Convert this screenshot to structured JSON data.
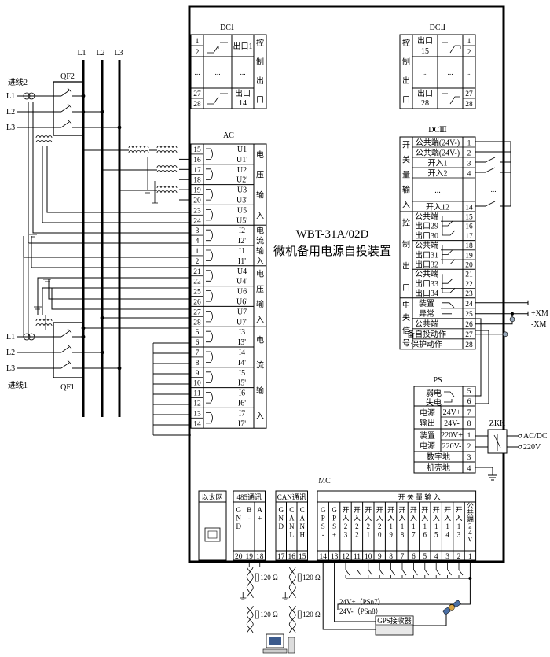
{
  "device": {
    "model": "WBT-31A/02D",
    "name": "微机备用电源自投装置"
  },
  "bus": {
    "labels": [
      "L1",
      "L2",
      "L3"
    ]
  },
  "incoming": {
    "line2": {
      "label": "进线2",
      "breaker": "QF2",
      "phases": [
        "L1",
        "L2",
        "L3"
      ]
    },
    "line1": {
      "label": "进线1",
      "breaker": "QF1",
      "phases": [
        "L1",
        "L2",
        "L3"
      ]
    }
  },
  "dc1": {
    "title": "DCⅠ",
    "rows": [
      {
        "terms": [
          "1",
          "2"
        ],
        "name": "出口1"
      },
      {
        "terms": [
          "...",
          "..."
        ],
        "name": "..."
      },
      {
        "terms": [
          "27",
          "28"
        ],
        "name": "出口14"
      }
    ],
    "side_label": [
      "控",
      "制",
      "出",
      "口"
    ]
  },
  "dc2": {
    "title": "DCⅡ",
    "rows": [
      {
        "terms": [
          "1",
          "2"
        ],
        "name": "出口15"
      },
      {
        "terms": [
          "...",
          "..."
        ],
        "name": "..."
      },
      {
        "terms": [
          "27",
          "28"
        ],
        "name": "出口28"
      }
    ],
    "side_label": [
      "控",
      "制",
      "出",
      "口"
    ]
  },
  "ac": {
    "title": "AC",
    "rows": [
      {
        "t": "15",
        "s": "U1"
      },
      {
        "t": "16",
        "s": "U1'"
      },
      {
        "t": "17",
        "s": "U2"
      },
      {
        "t": "18",
        "s": "U2'"
      },
      {
        "t": "19",
        "s": "U3"
      },
      {
        "t": "20",
        "s": "U3'"
      },
      {
        "t": "23",
        "s": "U5"
      },
      {
        "t": "24",
        "s": "U5'"
      },
      {
        "t": "3",
        "s": "I2"
      },
      {
        "t": "4",
        "s": "I2'"
      },
      {
        "t": "1",
        "s": "I1"
      },
      {
        "t": "2",
        "s": "I1'"
      },
      {
        "t": "21",
        "s": "U4"
      },
      {
        "t": "22",
        "s": "U4'"
      },
      {
        "t": "25",
        "s": "U6"
      },
      {
        "t": "26",
        "s": "U6'"
      },
      {
        "t": "27",
        "s": "U7"
      },
      {
        "t": "28",
        "s": "U7'"
      },
      {
        "t": "5",
        "s": "I3"
      },
      {
        "t": "6",
        "s": "I3'"
      },
      {
        "t": "7",
        "s": "I4"
      },
      {
        "t": "8",
        "s": "I4'"
      },
      {
        "t": "9",
        "s": "I5"
      },
      {
        "t": "10",
        "s": "I5'"
      },
      {
        "t": "11",
        "s": "I6"
      },
      {
        "t": "12",
        "s": "I6'"
      },
      {
        "t": "13",
        "s": "I7"
      },
      {
        "t": "14",
        "s": "I7'"
      }
    ],
    "groups": [
      {
        "chars": [
          "电",
          "压",
          "输",
          "入"
        ]
      },
      {
        "chars": [
          "电",
          "流",
          "输",
          "入"
        ]
      },
      {
        "chars": [
          "电",
          "压",
          "输",
          "入"
        ]
      },
      {
        "chars": [
          "电",
          "流",
          "输",
          "入"
        ]
      }
    ]
  },
  "dc3": {
    "title": "DCⅢ",
    "switch_rows": [
      {
        "name": "公共端(24V-)",
        "t": "1"
      },
      {
        "name": "公共端(24V-)",
        "t": "2"
      },
      {
        "name": "开入1",
        "t": "3"
      },
      {
        "name": "开入2",
        "t": "4"
      },
      {
        "name": "...",
        "t": ""
      },
      {
        "name": "开入12",
        "t": "14"
      }
    ],
    "switch_label": [
      "开",
      "关",
      "量",
      "输",
      "入"
    ],
    "ctrl_rows": [
      {
        "name": "公共端",
        "t": "15"
      },
      {
        "name": "出口29",
        "t": "16"
      },
      {
        "name": "出口30",
        "t": "17"
      },
      {
        "name": "公共端",
        "t": "18"
      },
      {
        "name": "出口31",
        "t": "19"
      },
      {
        "name": "出口32",
        "t": "20"
      },
      {
        "name": "公共端",
        "t": "21"
      },
      {
        "name": "出口33",
        "t": "22"
      },
      {
        "name": "出口34",
        "t": "23"
      }
    ],
    "ctrl_label": [
      "控",
      "制",
      "出",
      "口"
    ],
    "sig_rows": [
      {
        "name": "装置",
        "t": "24"
      },
      {
        "name": "异常",
        "t": "25"
      },
      {
        "name": "公共端",
        "t": "26"
      },
      {
        "name": "备自投动作",
        "t": "27"
      },
      {
        "name": "保护动作",
        "t": "28"
      }
    ],
    "sig_label": [
      "中",
      "央",
      "信",
      "号"
    ],
    "ext": [
      "+XM",
      "-XM"
    ]
  },
  "ps": {
    "title": "PS",
    "rows": [
      {
        "name": "弱电失电",
        "terms": [
          "5",
          "6"
        ]
      },
      {
        "name": "电源输出",
        "pins": [
          {
            "v": "24V+",
            "t": "7"
          },
          {
            "v": "24V-",
            "t": "8"
          }
        ]
      },
      {
        "name": "装置电源",
        "pins": [
          {
            "v": "220V+",
            "t": "1"
          },
          {
            "v": "220V-",
            "t": "2"
          }
        ]
      },
      {
        "name": "数字地",
        "t": "3"
      },
      {
        "name": "机壳地",
        "t": "4"
      }
    ],
    "zkk": "ZKK",
    "supply": [
      "AC/DC",
      "220V"
    ]
  },
  "mc": {
    "title": "MC",
    "ethernet": "以太网",
    "rs485": {
      "title": "485通讯",
      "cols": [
        {
          "label": [
            "G",
            "N",
            "D"
          ],
          "t": "20"
        },
        {
          "label": [
            "B",
            "-"
          ],
          "t": "19"
        },
        {
          "label": [
            "A",
            "+"
          ],
          "t": "18"
        }
      ]
    },
    "can": {
      "title": "CAN通讯",
      "cols": [
        {
          "label": [
            "G",
            "N",
            "D"
          ],
          "t": "17"
        },
        {
          "label": [
            "C",
            "A",
            "N",
            "L"
          ],
          "t": "16"
        },
        {
          "label": [
            "C",
            "A",
            "N",
            "H"
          ],
          "t": "15"
        }
      ]
    },
    "switch_title": "开 关 量 输 入",
    "cols": [
      {
        "label": [
          "G",
          "P",
          "S",
          "-"
        ],
        "t": "14"
      },
      {
        "label": [
          "G",
          "P",
          "S",
          "+"
        ],
        "t": "13"
      },
      {
        "label": [
          "开",
          "入",
          "2",
          "3"
        ],
        "t": "12"
      },
      {
        "label": [
          "开",
          "入",
          "2",
          "2"
        ],
        "t": "11"
      },
      {
        "label": [
          "开",
          "入",
          "2",
          "1"
        ],
        "t": "10"
      },
      {
        "label": [
          "开",
          "入",
          "2",
          "0"
        ],
        "t": "9"
      },
      {
        "label": [
          "开",
          "入",
          "1",
          "9"
        ],
        "t": "8"
      },
      {
        "label": [
          "开",
          "入",
          "1",
          "8"
        ],
        "t": "7"
      },
      {
        "label": [
          "开",
          "入",
          "1",
          "7"
        ],
        "t": "6"
      },
      {
        "label": [
          "开",
          "入",
          "1",
          "6"
        ],
        "t": "5"
      },
      {
        "label": [
          "开",
          "入",
          "1",
          "5"
        ],
        "t": "4"
      },
      {
        "label": [
          "开",
          "入",
          "1",
          "4"
        ],
        "t": "3"
      },
      {
        "label": [
          "开",
          "入",
          "1",
          "3"
        ],
        "t": "2"
      },
      {
        "label": [
          "公",
          "共",
          "端",
          "2",
          "4",
          "V"
        ],
        "t": "1"
      }
    ],
    "resistors": [
      "120 Ω",
      "120 Ω",
      "120 Ω",
      "120 Ω"
    ],
    "psn": [
      "24V+（PSn7）",
      "24V-（PSn8）"
    ],
    "gps": "GPS接收器"
  }
}
